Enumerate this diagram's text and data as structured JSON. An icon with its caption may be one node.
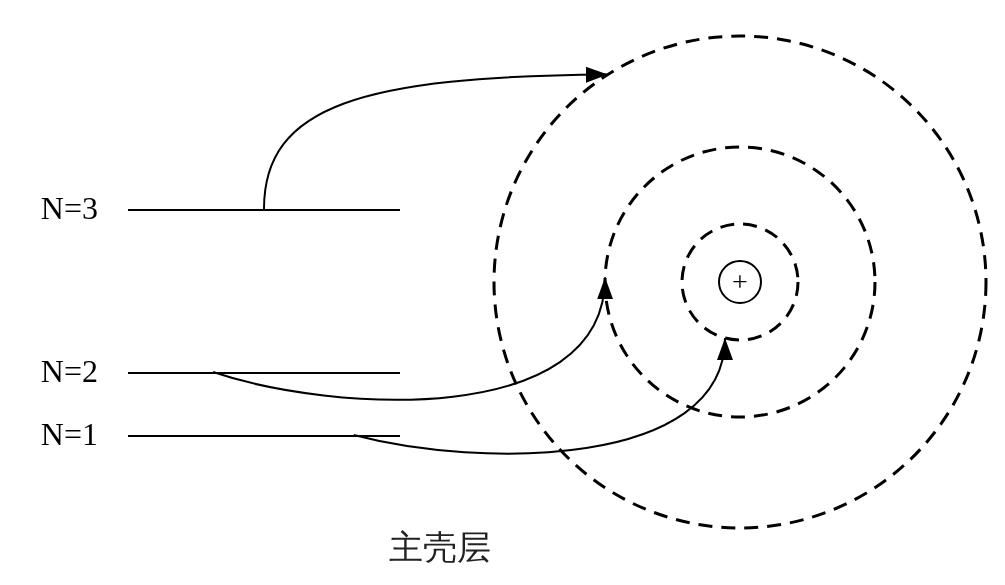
{
  "diagram": {
    "nodes": [
      {
        "text": [
          "N=3"
        ]
      },
      {
        "text": [
          "N=2"
        ]
      },
      {
        "text": [
          "N=1"
        ]
      },
      {
        "text": [],
        "shape": "circle"
      },
      {
        "text": [],
        "shape": "circle",
        "in": 3
      },
      {
        "text": [],
        "shape": "circle",
        "in": 4
      },
      {
        "text": [
          "+"
        ],
        "in": 5
      }
    ],
    "edges": [
      {
        "from": 0,
        "to": 3,
        "arrow": "to"
      },
      {
        "from": 1,
        "to": 4,
        "arrow": "to"
      },
      {
        "from": 2,
        "to": 5,
        "arrow": "to"
      }
    ],
    "labels": [
      "主壳层"
    ]
  }
}
